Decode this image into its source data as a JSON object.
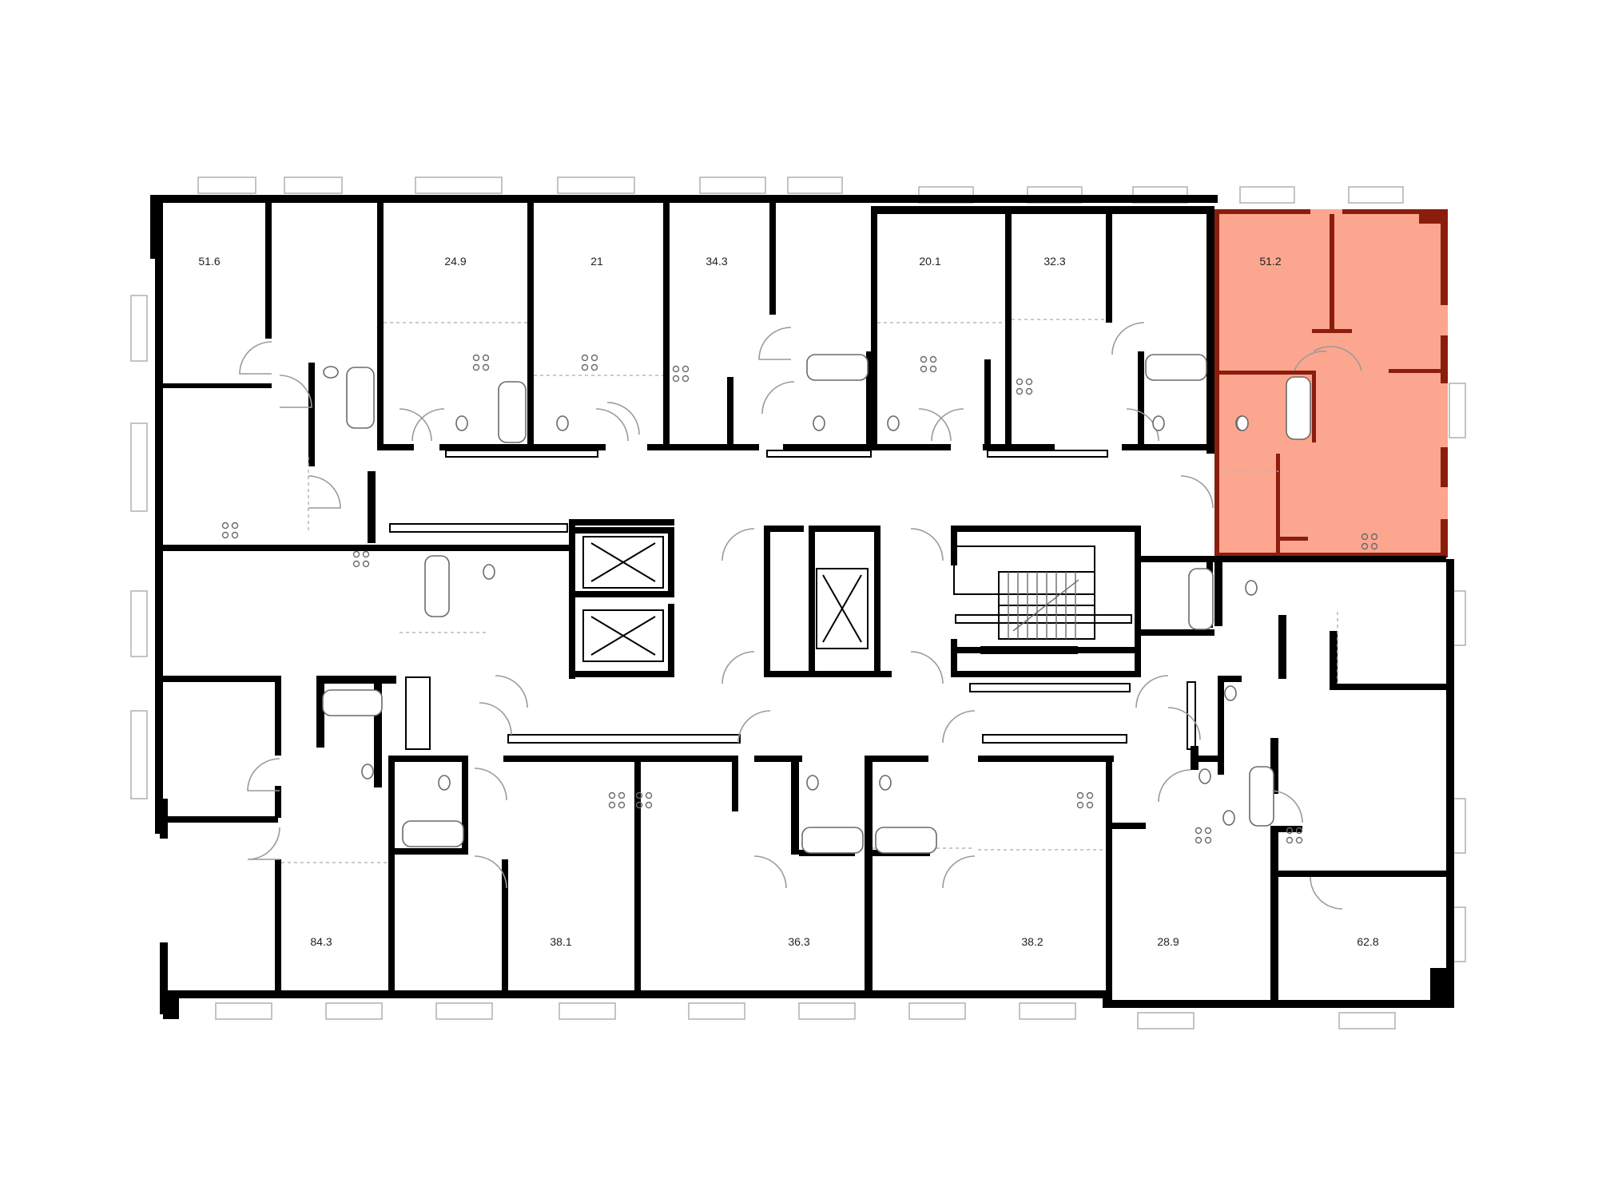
{
  "floor_plan": {
    "highlight_color": "#fca68f",
    "highlight_wall_color": "#8b1d0c",
    "wall_color": "#000000",
    "top_row_areas": [
      {
        "id": "apt-top-1",
        "area": "51.6"
      },
      {
        "id": "apt-top-2",
        "area": "24.9"
      },
      {
        "id": "apt-top-3",
        "area": "21"
      },
      {
        "id": "apt-top-4",
        "area": "34.3"
      },
      {
        "id": "apt-top-5",
        "area": "20.1"
      },
      {
        "id": "apt-top-6",
        "area": "32.3"
      },
      {
        "id": "apt-top-7-selected",
        "area": "51.2"
      }
    ],
    "bottom_row_areas": [
      {
        "id": "apt-bottom-1",
        "area": "84.3"
      },
      {
        "id": "apt-bottom-2",
        "area": "38.1"
      },
      {
        "id": "apt-bottom-3",
        "area": "36.3"
      },
      {
        "id": "apt-bottom-4",
        "area": "38.2"
      },
      {
        "id": "apt-bottom-5",
        "area": "28.9"
      },
      {
        "id": "apt-bottom-6",
        "area": "62.8"
      }
    ],
    "selected_apartment_area": "51.2"
  }
}
